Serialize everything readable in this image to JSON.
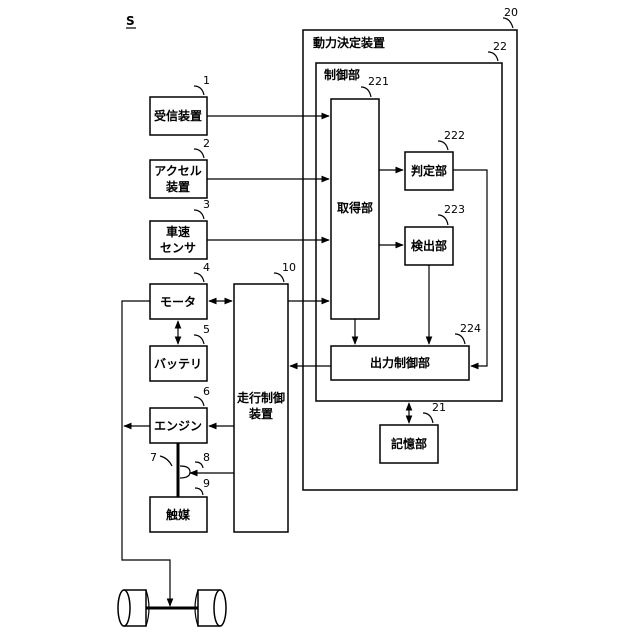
{
  "figure_label": "S",
  "devices": {
    "power_determination": {
      "label": "動力決定装置",
      "ref": "20"
    },
    "control_unit": {
      "label": "制御部",
      "ref": "22"
    },
    "acquisition": {
      "label": "取得部",
      "ref": "221"
    },
    "judgment": {
      "label": "判定部",
      "ref": "222"
    },
    "detection": {
      "label": "検出部",
      "ref": "223"
    },
    "output_control": {
      "label": "出力制御部",
      "ref": "224"
    },
    "storage": {
      "label": "記憶部",
      "ref": "21"
    },
    "receiver": {
      "label": "受信装置",
      "ref": "1"
    },
    "accelerator": {
      "line1": "アクセル",
      "line2": "装置",
      "ref": "2"
    },
    "speed_sensor": {
      "line1": "車速",
      "line2": "センサ",
      "ref": "3"
    },
    "motor": {
      "label": "モータ",
      "ref": "4"
    },
    "battery": {
      "label": "バッテリ",
      "ref": "5"
    },
    "engine": {
      "label": "エンジン",
      "ref": "6"
    },
    "exhaust_pipe": {
      "ref": "7"
    },
    "sensor_8": {
      "ref": "8"
    },
    "catalyst": {
      "label": "触媒",
      "ref": "9"
    },
    "travel_control": {
      "line1": "走行制御",
      "line2": "装置",
      "ref": "10"
    }
  }
}
